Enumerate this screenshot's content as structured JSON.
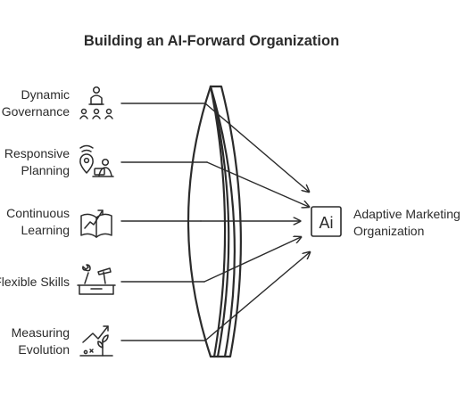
{
  "diagram": {
    "title": "Building an AI-Forward Organization",
    "inputs": [
      {
        "label_line1": "Dynamic",
        "label_line2": "Governance",
        "icon": "governance-people-icon"
      },
      {
        "label_line1": "Responsive",
        "label_line2": "Planning",
        "icon": "location-planning-icon"
      },
      {
        "label_line1": "Continuous",
        "label_line2": "Learning",
        "icon": "open-book-growth-icon"
      },
      {
        "label_line1": "Flexible Skills",
        "label_line2": "",
        "icon": "tools-toolbox-icon"
      },
      {
        "label_line1": "Measuring",
        "label_line2": "Evolution",
        "icon": "plant-growth-chart-icon"
      }
    ],
    "lens_icon": "convex-lens-icon",
    "output": {
      "badge_text": "Ai",
      "label_line1": "Adaptive Marketing",
      "label_line2": "Organization",
      "icon": "ai-badge-icon"
    },
    "colors": {
      "ink": "#2b2b2b",
      "background": "#ffffff"
    }
  }
}
